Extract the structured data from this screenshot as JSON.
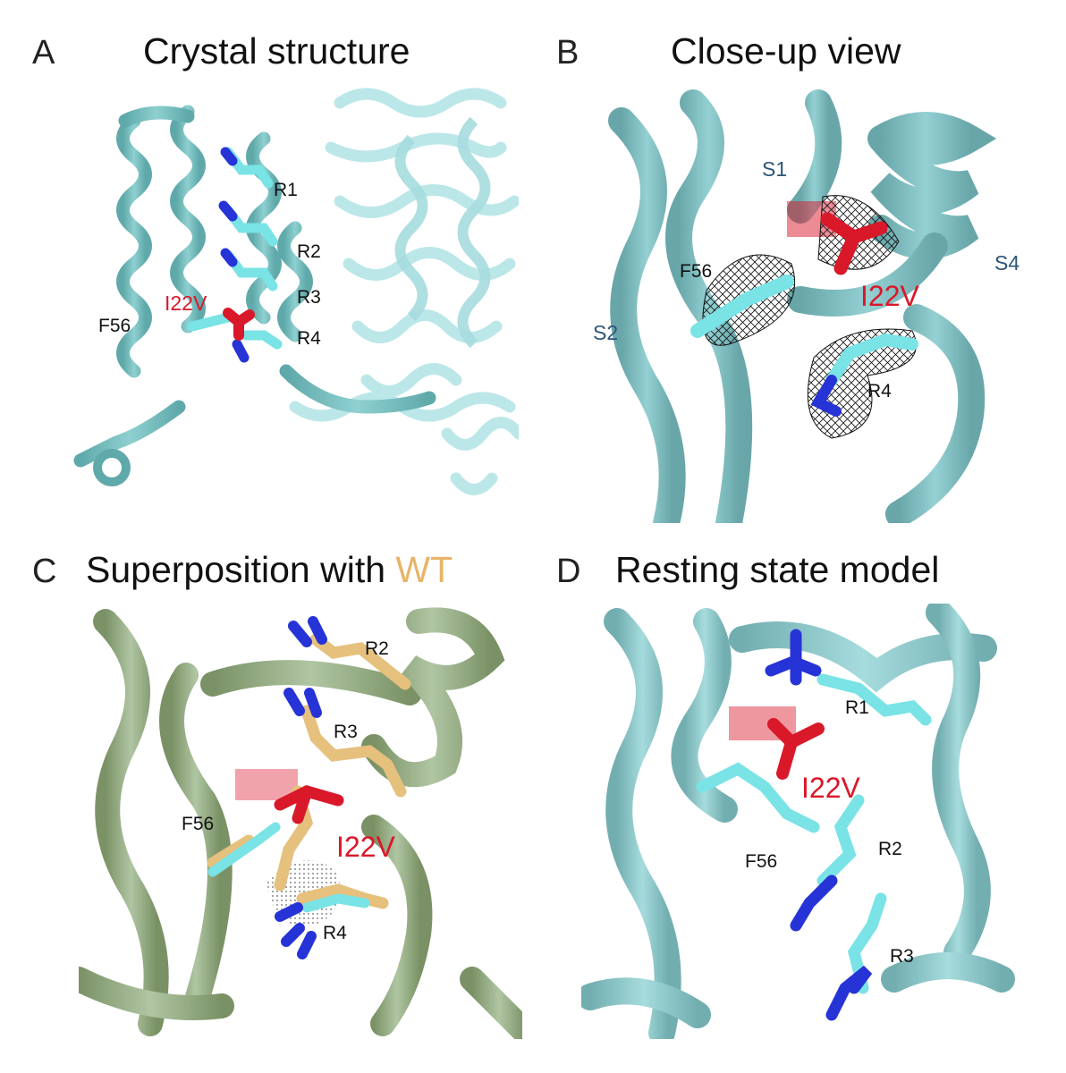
{
  "colors": {
    "helix_cyan": "#6fbfbf",
    "helix_cyan_light": "#a8e2e4",
    "helix_olive": "#6f8c5c",
    "carbon_cyan": "#79e3e6",
    "carbon_wt": "#e6c07d",
    "nitrogen": "#2633d6",
    "mutation_red": "#d9182a",
    "wt_title": "#e8b468",
    "structure_label": "#2d5578"
  },
  "panels": [
    {
      "letter": "A",
      "title": "Crystal structure",
      "labels": {
        "r1": "R1",
        "r2": "R2",
        "r3": "R3",
        "r4": "R4",
        "mut": "I22V",
        "f56": "F56"
      }
    },
    {
      "letter": "B",
      "title": "Close-up view",
      "labels": {
        "s1": "S1",
        "s2": "S2",
        "s4": "S4",
        "f56": "F56",
        "mut": "I22V",
        "r4": "R4"
      }
    },
    {
      "letter": "C",
      "title_prefix": "Superposition with ",
      "title_highlight": "WT",
      "labels": {
        "r2": "R2",
        "r3": "R3",
        "f56": "F56",
        "mut": "I22V",
        "r4": "R4"
      }
    },
    {
      "letter": "D",
      "title": "Resting state model",
      "labels": {
        "r1": "R1",
        "mut": "I22V",
        "f56": "F56",
        "r2": "R2",
        "r3": "R3"
      }
    }
  ]
}
